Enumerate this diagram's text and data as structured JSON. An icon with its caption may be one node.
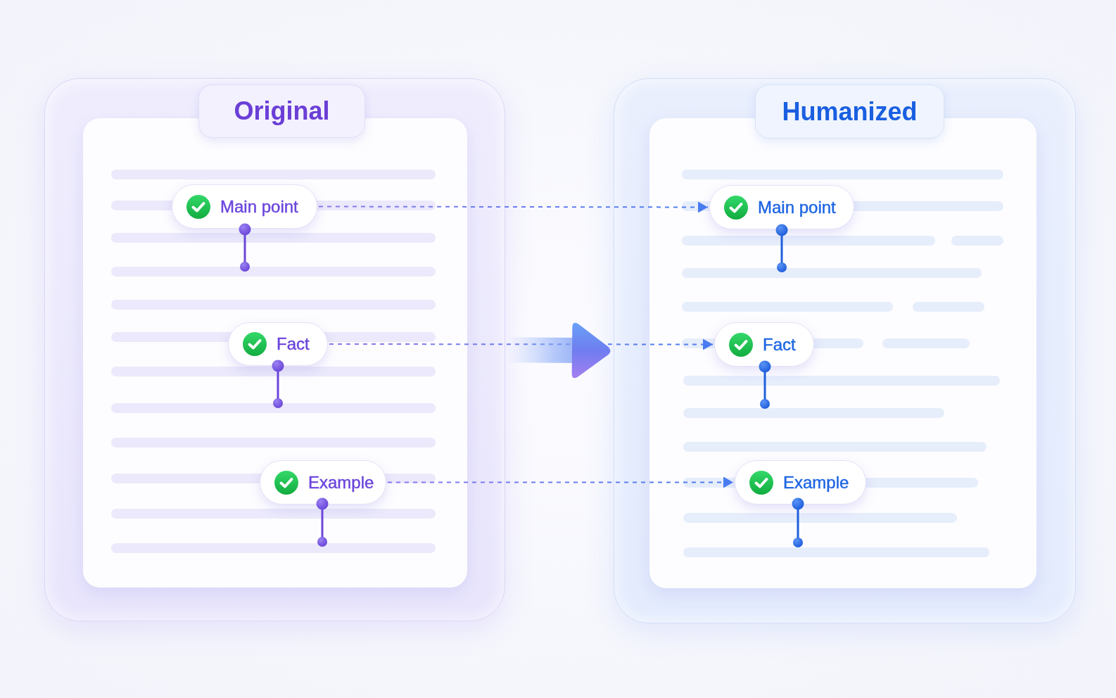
{
  "diagram": {
    "nodes": [
      {
        "text": [
          "Original"
        ]
      },
      {
        "text": [
          "Main point"
        ],
        "in": 0
      },
      {
        "text": [
          "Fact"
        ],
        "in": 0
      },
      {
        "text": [
          "Example"
        ],
        "in": 0
      },
      {
        "text": [
          "Humanized"
        ]
      },
      {
        "text": [
          "Main point"
        ],
        "in": 4
      },
      {
        "text": [
          "Fact"
        ],
        "in": 4
      },
      {
        "text": [
          "Example"
        ],
        "in": 4
      }
    ],
    "edges": [
      {
        "from": 1,
        "to": 5,
        "arrow": "to",
        "style": "dashed"
      },
      {
        "from": 2,
        "to": 6,
        "arrow": "to",
        "style": "dashed"
      },
      {
        "from": 3,
        "to": 7,
        "arrow": "to",
        "style": "dashed"
      },
      {
        "from": 0,
        "to": 4,
        "arrow": "to",
        "style": "thick"
      }
    ]
  }
}
